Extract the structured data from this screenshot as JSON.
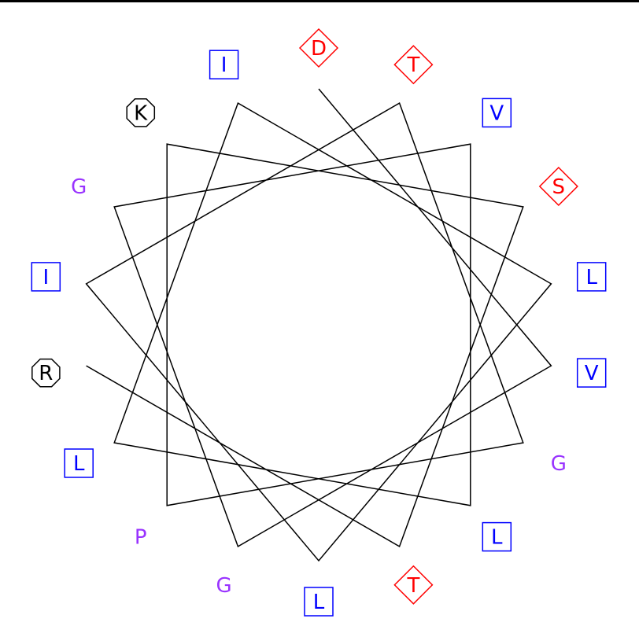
{
  "diagram": {
    "type": "helical-wheel",
    "residues": [
      {
        "letter": "D",
        "style": "diamond",
        "color": "#ff0000"
      },
      {
        "letter": "V",
        "style": "square",
        "color": "#0000ff"
      },
      {
        "letter": "G",
        "style": "plain",
        "color": "#9933ff"
      },
      {
        "letter": "G",
        "style": "plain",
        "color": "#9933ff"
      },
      {
        "letter": "V",
        "style": "square",
        "color": "#0000ff"
      },
      {
        "letter": "L",
        "style": "square",
        "color": "#0000ff"
      },
      {
        "letter": "L",
        "style": "square",
        "color": "#0000ff"
      },
      {
        "letter": "I",
        "style": "square",
        "color": "#0000ff"
      },
      {
        "letter": "L",
        "style": "square",
        "color": "#0000ff"
      },
      {
        "letter": "L",
        "style": "square",
        "color": "#0000ff"
      },
      {
        "letter": "I",
        "style": "square",
        "color": "#0000ff"
      },
      {
        "letter": "T",
        "style": "diamond",
        "color": "#ff0000"
      },
      {
        "letter": "G",
        "style": "plain",
        "color": "#9933ff"
      },
      {
        "letter": "P",
        "style": "plain",
        "color": "#9933ff"
      },
      {
        "letter": "K",
        "style": "octagon",
        "color": "#000000"
      },
      {
        "letter": "S",
        "style": "diamond",
        "color": "#ff0000"
      },
      {
        "letter": "T",
        "style": "diamond",
        "color": "#ff0000"
      },
      {
        "letter": "R",
        "style": "octagon",
        "color": "#000000"
      }
    ],
    "line_color": "#000000"
  }
}
